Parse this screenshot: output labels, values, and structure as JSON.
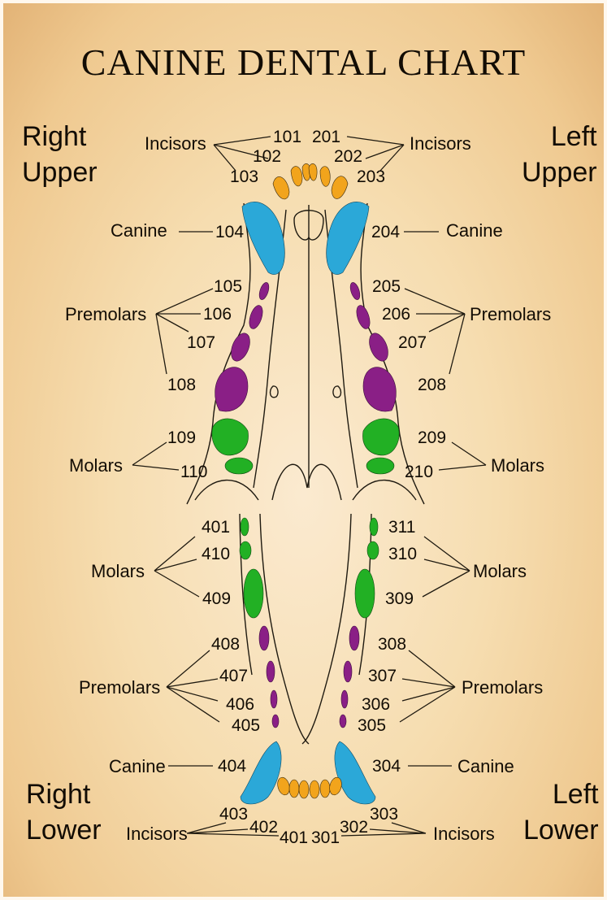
{
  "title": "CANINE DENTAL CHART",
  "quadrants": {
    "right_upper": [
      "Right",
      "Upper"
    ],
    "left_upper": [
      "Left",
      "Upper"
    ],
    "right_lower": [
      "Right",
      "Lower"
    ],
    "left_lower": [
      "Left",
      "Lower"
    ]
  },
  "labels": {
    "incisors": "Incisors",
    "canine": "Canine",
    "premolars": "Premolars",
    "molars": "Molars"
  },
  "teeth": {
    "upper_right": [
      "101",
      "102",
      "103",
      "104",
      "105",
      "106",
      "107",
      "108",
      "109",
      "110"
    ],
    "upper_left": [
      "201",
      "202",
      "203",
      "204",
      "205",
      "206",
      "207",
      "208",
      "209",
      "210"
    ],
    "lower_left": [
      "301",
      "302",
      "303",
      "304",
      "305",
      "306",
      "307",
      "308",
      "309",
      "310",
      "311"
    ],
    "lower_right": [
      "401",
      "402",
      "403",
      "404",
      "405",
      "406",
      "407",
      "408",
      "409",
      "410",
      "401"
    ]
  },
  "colors": {
    "incisor": "#f2a41c",
    "canine": "#2ba8d8",
    "premolar": "#8a1f86",
    "molar": "#22b024",
    "outline": "#1f1a10"
  }
}
